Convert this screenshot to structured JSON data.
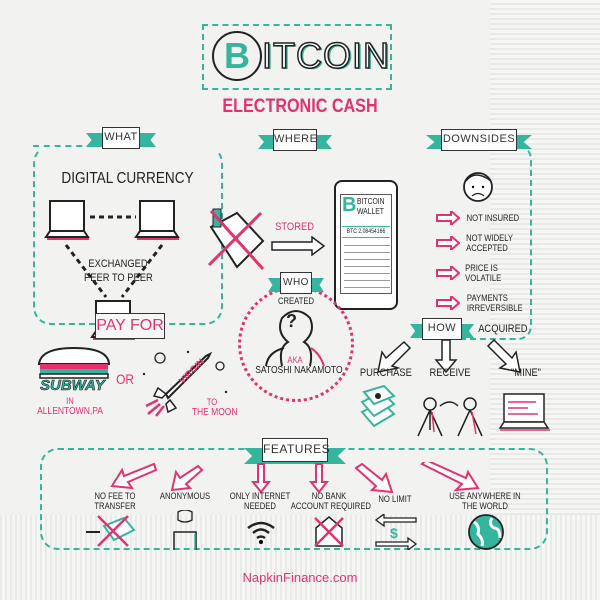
{
  "title": {
    "logo_letter": "B",
    "word": "ITCOIN",
    "subtitle": "ELECTRONIC CASH"
  },
  "what": {
    "ribbon": "WHAT",
    "heading": "DIGITAL CURRENCY",
    "caption_line1": "EXCHANGED",
    "caption_line2": "PEER TO PEER",
    "pay_for": "PAY FOR",
    "subway": "SUBWAY",
    "subway_loc1": "IN",
    "subway_loc2": "ALLENTOWN,PA",
    "or": "OR",
    "rocket_label": "VIRGIN",
    "moon1": "TO",
    "moon2": "THE MOON"
  },
  "where": {
    "ribbon": "WHERE",
    "stored": "STORED",
    "wallet_title1": "BITCOIN",
    "wallet_title2": "WALLET",
    "balance": "BTC 2.08454166"
  },
  "downsides": {
    "ribbon": "DOWNSIDES",
    "items": [
      {
        "l1": "NOT INSURED",
        "l2": ""
      },
      {
        "l1": "NOT WIDELY",
        "l2": "ACCEPTED"
      },
      {
        "l1": "PRICE IS",
        "l2": "VOLATILE"
      },
      {
        "l1": "PAYMENTS",
        "l2": "IRREVERSIBLE"
      }
    ]
  },
  "who": {
    "ribbon": "WHO",
    "created": "CREATED",
    "aka": "AKA",
    "name": "SATOSHI NAKAMOTO",
    "question": "?"
  },
  "how": {
    "ribbon": "HOW",
    "acquired": "ACQUIRED",
    "methods": [
      "PURCHASE",
      "RECEIVE",
      "\"MINE\""
    ]
  },
  "features": {
    "ribbon": "FEATURES",
    "items": [
      {
        "l1": "NO FEE TO",
        "l2": "TRANSFER"
      },
      {
        "l1": "ANONYMOUS",
        "l2": ""
      },
      {
        "l1": "ONLY INTERNET",
        "l2": "NEEDED"
      },
      {
        "l1": "NO BANK",
        "l2": "ACCOUNT REQUIRED"
      },
      {
        "l1": "NO LIMIT",
        "l2": ""
      },
      {
        "l1": "USE ANYWHERE IN",
        "l2": "THE WORLD"
      }
    ]
  },
  "footer": "NapkinFinance.com",
  "colors": {
    "teal": "#35b59d",
    "pink": "#e2336f",
    "ink": "#222222"
  }
}
